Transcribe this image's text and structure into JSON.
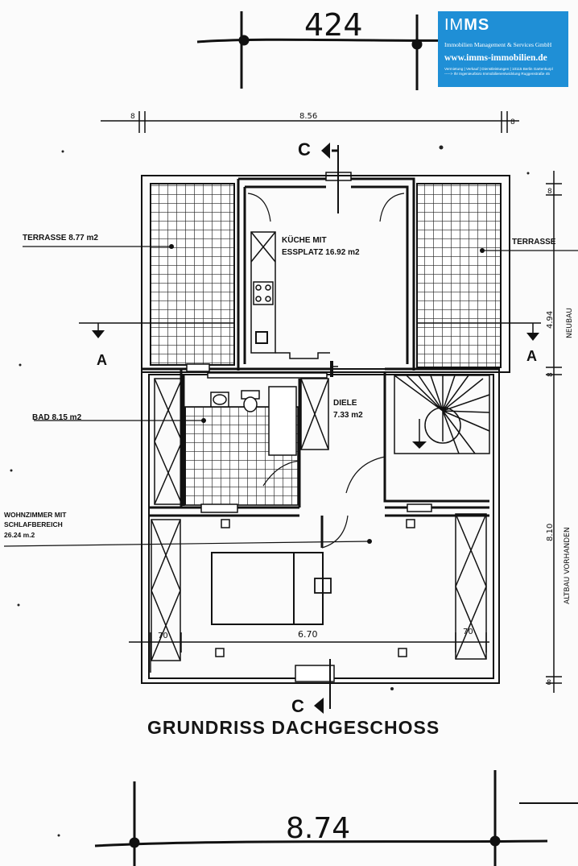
{
  "logo": {
    "brand_prefix": "IM",
    "brand_bold": "MS",
    "company": "Immobilien Management & Services GmbH",
    "url": "www.imms-immobilien.de",
    "services": "Vermietung | Verkauf | Dienstleistungen |",
    "fine_print": "-----> Ihr Ingenieurbüro Immobilienentwicklung",
    "address_1": "10115 Berlin Gartenkurpl",
    "address_2": "Ruggenstraße 45",
    "brand_color": "#1f8fd6"
  },
  "plan": {
    "title": "GRUNDRISS DACHGESCHOSS",
    "dim_top_handwritten": "424",
    "dim_bottom_handwritten": "8.74",
    "dim_top_total": "8.56",
    "dim_top_left_small": "8",
    "dim_top_right_small": "8",
    "dim_right_1": "8",
    "dim_right_2": "4.94",
    "dim_right_3": "8",
    "dim_right_4": "8.10",
    "dim_right_5": "8",
    "right_note_neubau": "NEUBAU",
    "right_note_altbau": "ALTBAU VORHANDEN",
    "dim_inner_width": "6.70",
    "dim_70_left": "70",
    "dim_70_right": "70",
    "section_c": "C",
    "section_a": "A",
    "rooms": {
      "terrace_left": "TERRASSE 8.77 m2",
      "terrace_right": "TERRASSE",
      "kitchen_line1": "KÜCHE MIT",
      "kitchen_line2": "ESSPLATZ 16.92 m2",
      "bath": "BAD 8.15 m2",
      "hall_line1": "DIELE",
      "hall_line2": "7.33 m2",
      "living_line1": "WOHNZIMMER MIT",
      "living_line2": "SCHLAFBEREICH",
      "living_line3": "26.24 m.2"
    }
  }
}
